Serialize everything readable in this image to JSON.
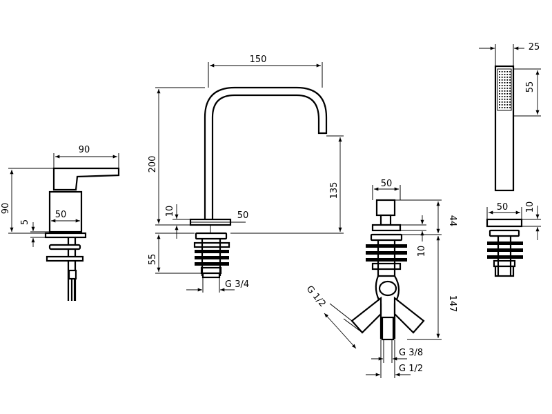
{
  "mixer": {
    "width_label": "90",
    "height_label": "90",
    "base_label": "50",
    "gap_label": "5"
  },
  "spout": {
    "reach_label": "150",
    "height_label": "200",
    "outlet_label": "135",
    "plate_thickness_label": "10",
    "plate_width_label": "50",
    "shank_label": "55",
    "thread_label": "G 3/4"
  },
  "valve": {
    "width_label": "50",
    "height_label": "44",
    "plate_label": "10",
    "depth_label": "147",
    "inlet_label": "G 1/2",
    "outlet_small_label": "G 3/8",
    "outlet_large_label": "G 1/2"
  },
  "hand_shower": {
    "width_label": "25",
    "head_label": "55"
  },
  "holder": {
    "width_label": "50",
    "thickness_label": "10"
  }
}
